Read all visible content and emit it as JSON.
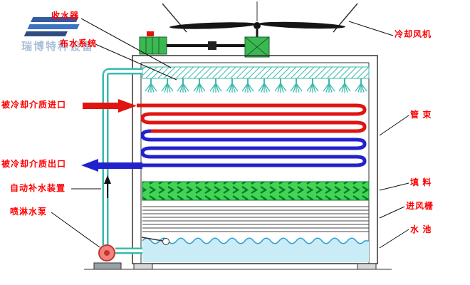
{
  "watermark": {
    "text": "瑞博特种设备"
  },
  "labels": {
    "collector": "收水器",
    "distribution": "布水系统",
    "inlet": "被冷却介质进口",
    "outlet": "被冷却介质出口",
    "refill": "自动补水装置",
    "spray_pump": "喷淋水泵",
    "fan": "冷却风机",
    "tube_bundle": "管 束",
    "fill": "填 料",
    "grille": "进风栅",
    "pool": "水 池"
  },
  "colors": {
    "label": "#ff0000",
    "teal": "#3abbad",
    "coilRed": "#e01410",
    "coilBlue": "#2222cc",
    "fillerGreen": "#44d455",
    "fillerDark": "#0a7d2a",
    "water": "#c9ecf7",
    "wave": "#2aa0d2",
    "pump": "#f2827f",
    "motor": "#3cb853",
    "outline": "#333333",
    "logoBlue": "#1d4e9e",
    "watermarkText": "#7c9cc4"
  }
}
